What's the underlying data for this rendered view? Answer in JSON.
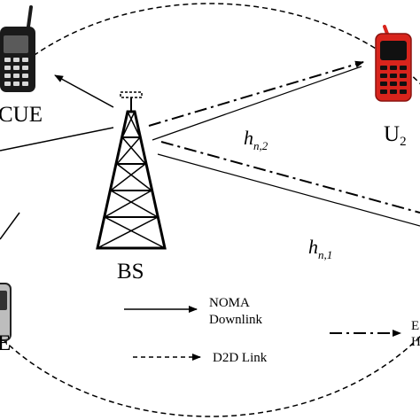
{
  "nodes": {
    "base_station": "BS",
    "cue": "CUE",
    "u2_main": "U",
    "u2_sub": "2",
    "cut_left_label": "E"
  },
  "channels": {
    "h2_main": "h",
    "h2_sub": "n,2",
    "h1_main": "h",
    "h1_sub": "n,1"
  },
  "legend": {
    "noma_line1": "NOMA",
    "noma_line2": "Downlink",
    "d2d": "D2D Link",
    "cut_line1": "E",
    "cut_line2": "H"
  },
  "icons": [
    "cell-tower-icon",
    "black-mobile-phone-icon",
    "red-mobile-phone-icon",
    "gray-mobile-phone-icon"
  ],
  "colors": {
    "phone_red": "#d8241c",
    "phone_black": "#1a1a1a",
    "line": "#000000"
  }
}
